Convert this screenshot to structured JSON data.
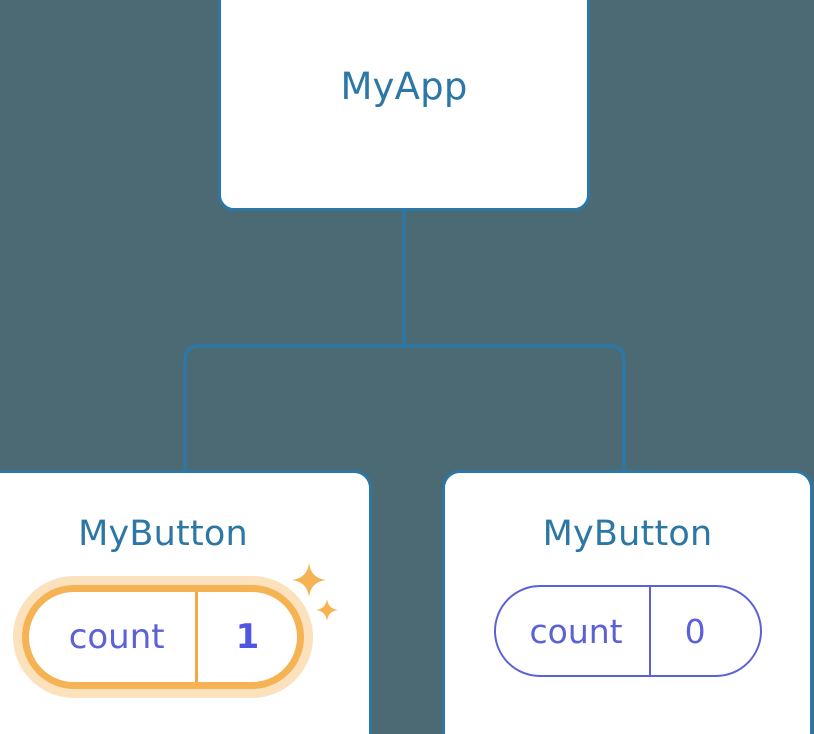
{
  "diagram": {
    "type": "component-tree",
    "background_color": "#4c6a74",
    "accent_blue": "#2c77a6",
    "accent_purple": "#5b61d6",
    "accent_orange": "#f6b354",
    "glow_orange": "#f8c176",
    "connector_color": "#2c77a6"
  },
  "root": {
    "title": "MyApp"
  },
  "children": [
    {
      "title": "MyButton",
      "prop_key": "count",
      "prop_value": "1",
      "highlighted": "true",
      "sparkle_big": "sparkle-icon",
      "sparkle_small": "sparkle-icon"
    },
    {
      "title": "MyButton",
      "prop_key": "count",
      "prop_value": "0",
      "highlighted": "false"
    }
  ]
}
